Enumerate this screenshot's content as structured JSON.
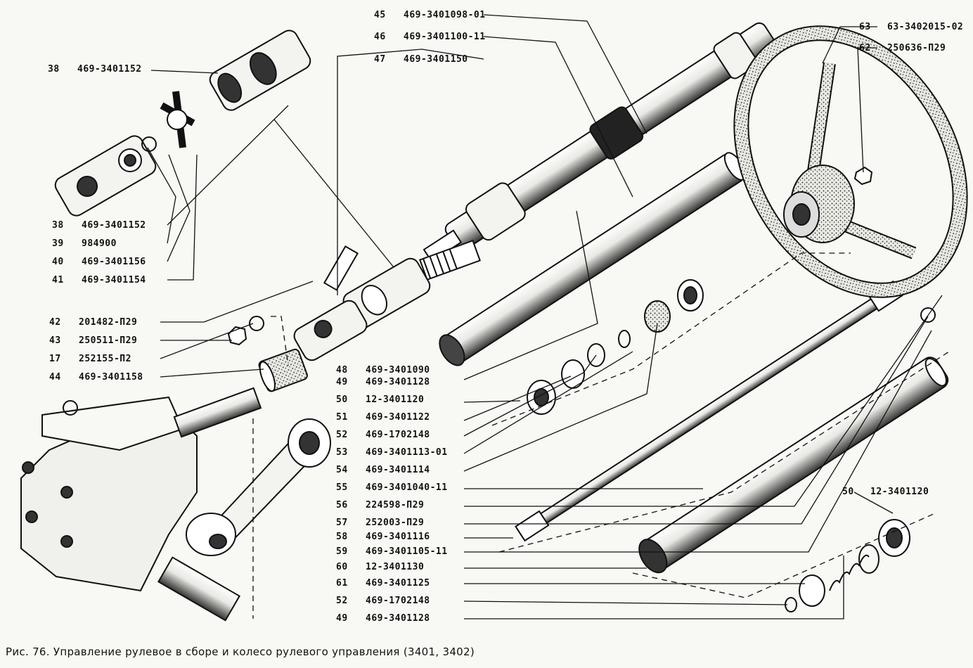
{
  "caption": "Рис. 76. Управление рулевое в сборе и колесо рулевого управления (3401, 3402)",
  "callouts": [
    {
      "n": "45",
      "code": "469-3401098-01"
    },
    {
      "n": "46",
      "code": "469-3401100-11"
    },
    {
      "n": "47",
      "code": "469-3401150"
    },
    {
      "n": "63",
      "code": "63-3402015-02"
    },
    {
      "n": "62",
      "code": "250636-П29"
    },
    {
      "n": "38",
      "code": "469-3401152"
    },
    {
      "n": "38",
      "code": "469-3401152"
    },
    {
      "n": "39",
      "code": "984900"
    },
    {
      "n": "40",
      "code": "469-3401156"
    },
    {
      "n": "41",
      "code": "469-3401154"
    },
    {
      "n": "42",
      "code": "201482-П29"
    },
    {
      "n": "43",
      "code": "250511-П29"
    },
    {
      "n": "17",
      "code": "252155-П2"
    },
    {
      "n": "44",
      "code": "469-3401158"
    },
    {
      "n": "48",
      "code": "469-3401090"
    },
    {
      "n": "49",
      "code": "469-3401128"
    },
    {
      "n": "50",
      "code": "12-3401120"
    },
    {
      "n": "51",
      "code": "469-3401122"
    },
    {
      "n": "52",
      "code": "469-1702148"
    },
    {
      "n": "53",
      "code": "469-3401113-01"
    },
    {
      "n": "54",
      "code": "469-3401114"
    },
    {
      "n": "55",
      "code": "469-3401040-11"
    },
    {
      "n": "56",
      "code": "224598-П29"
    },
    {
      "n": "57",
      "code": "252003-П29"
    },
    {
      "n": "58",
      "code": "469-3401116"
    },
    {
      "n": "59",
      "code": "469-3401105-11"
    },
    {
      "n": "60",
      "code": "12-3401130"
    },
    {
      "n": "61",
      "code": "469-3401125"
    },
    {
      "n": "52",
      "code": "469-1702148"
    },
    {
      "n": "49",
      "code": "469-3401128"
    },
    {
      "n": "50",
      "code": "12-3401120"
    }
  ]
}
